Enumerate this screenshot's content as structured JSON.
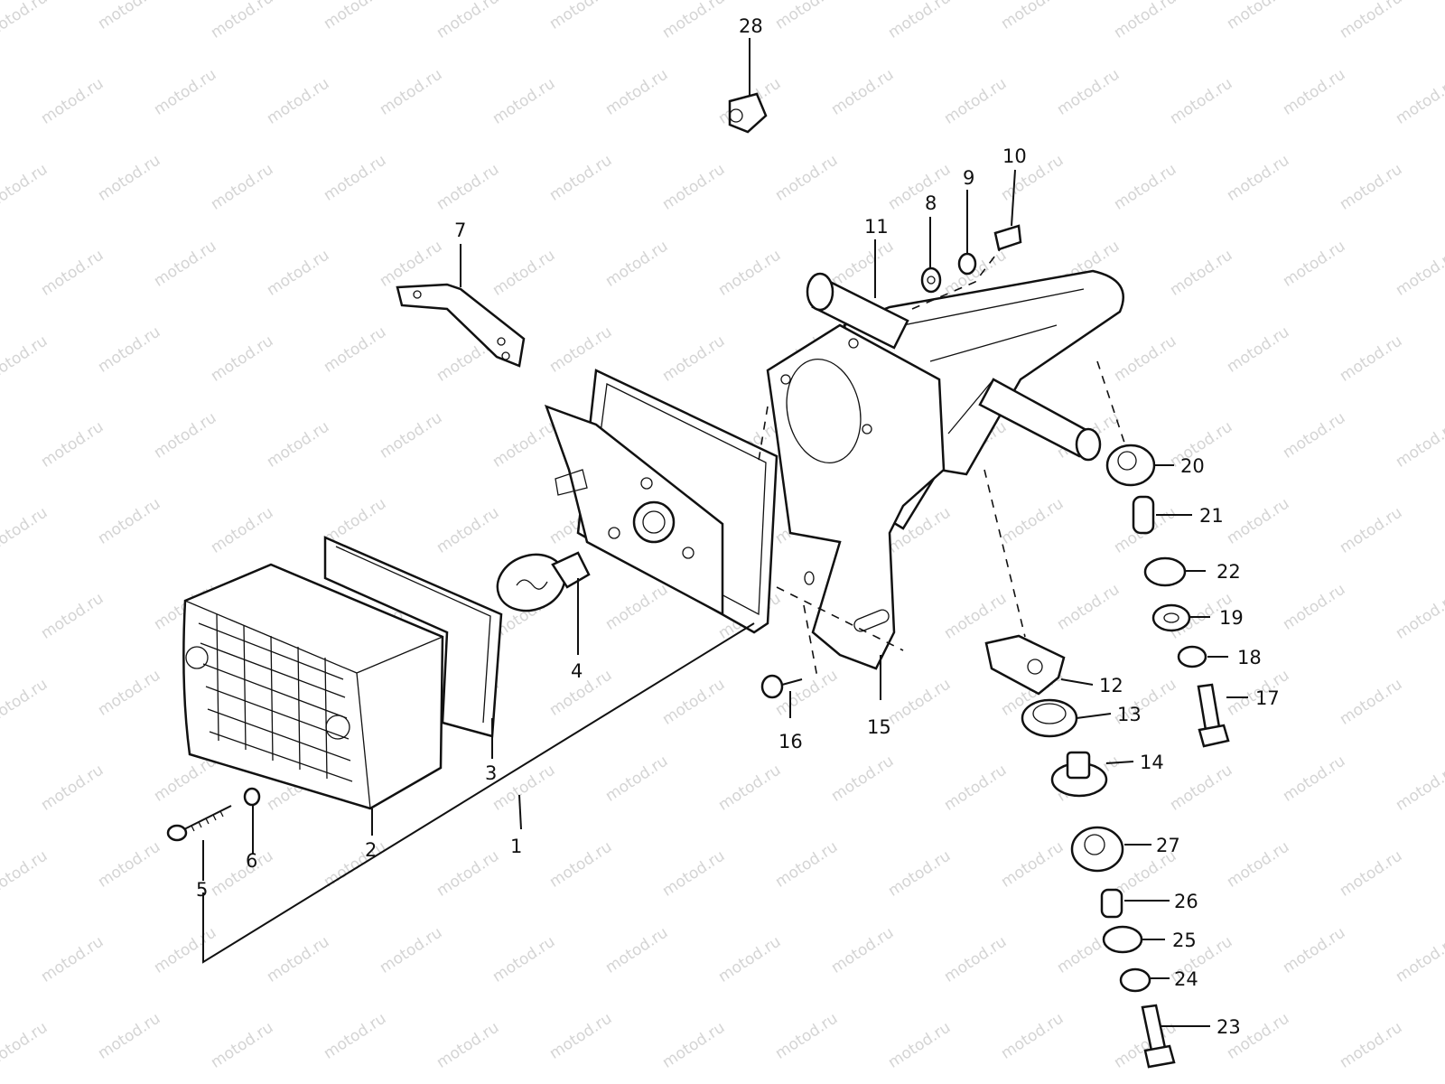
{
  "watermark": "motod.ru",
  "callouts": [
    {
      "id": "c1",
      "text": "1"
    },
    {
      "id": "c2",
      "text": "2"
    },
    {
      "id": "c3",
      "text": "3"
    },
    {
      "id": "c4",
      "text": "4"
    },
    {
      "id": "c5",
      "text": "5"
    },
    {
      "id": "c6",
      "text": "6"
    },
    {
      "id": "c7",
      "text": "7"
    },
    {
      "id": "c8",
      "text": "8"
    },
    {
      "id": "c9",
      "text": "9"
    },
    {
      "id": "c10",
      "text": "10"
    },
    {
      "id": "c11",
      "text": "11"
    },
    {
      "id": "c12",
      "text": "12"
    },
    {
      "id": "c13",
      "text": "13"
    },
    {
      "id": "c14",
      "text": "14"
    },
    {
      "id": "c15",
      "text": "15"
    },
    {
      "id": "c16",
      "text": "16"
    },
    {
      "id": "c17",
      "text": "17"
    },
    {
      "id": "c18",
      "text": "18"
    },
    {
      "id": "c19",
      "text": "19"
    },
    {
      "id": "c20",
      "text": "20"
    },
    {
      "id": "c21",
      "text": "21"
    },
    {
      "id": "c22",
      "text": "22"
    },
    {
      "id": "c23",
      "text": "23"
    },
    {
      "id": "c24",
      "text": "24"
    },
    {
      "id": "c25",
      "text": "25"
    },
    {
      "id": "c26",
      "text": "26"
    },
    {
      "id": "c27",
      "text": "27"
    },
    {
      "id": "c28",
      "text": "28"
    }
  ]
}
